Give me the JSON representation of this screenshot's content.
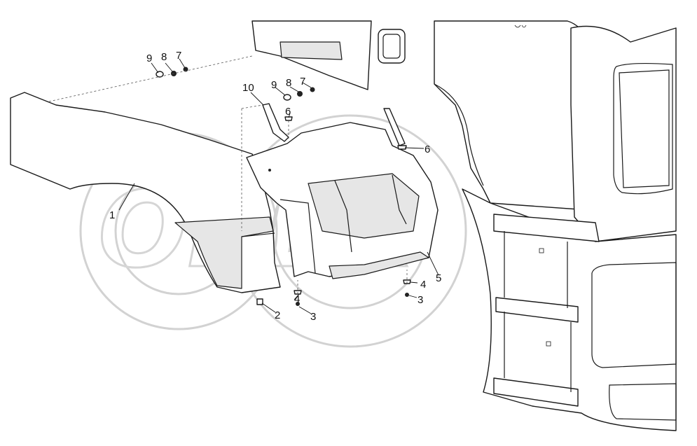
{
  "watermark": {
    "text": "OPEX"
  },
  "callouts": [
    {
      "id": "c1",
      "label": "1"
    },
    {
      "id": "c2",
      "label": "2"
    },
    {
      "id": "c3a",
      "label": "3"
    },
    {
      "id": "c3b",
      "label": "3"
    },
    {
      "id": "c4a",
      "label": "4"
    },
    {
      "id": "c4b",
      "label": "4"
    },
    {
      "id": "c5",
      "label": "5"
    },
    {
      "id": "c6a",
      "label": "6"
    },
    {
      "id": "c6b",
      "label": "6"
    },
    {
      "id": "c7a",
      "label": "7"
    },
    {
      "id": "c7b",
      "label": "7"
    },
    {
      "id": "c8a",
      "label": "8"
    },
    {
      "id": "c8b",
      "label": "8"
    },
    {
      "id": "c9a",
      "label": "9"
    },
    {
      "id": "c9b",
      "label": "9"
    },
    {
      "id": "c10",
      "label": "10"
    }
  ],
  "colors": {
    "line": "#1a1a1a",
    "panel_shade": "#e6e6e6",
    "watermark": "#d2d2d2"
  }
}
